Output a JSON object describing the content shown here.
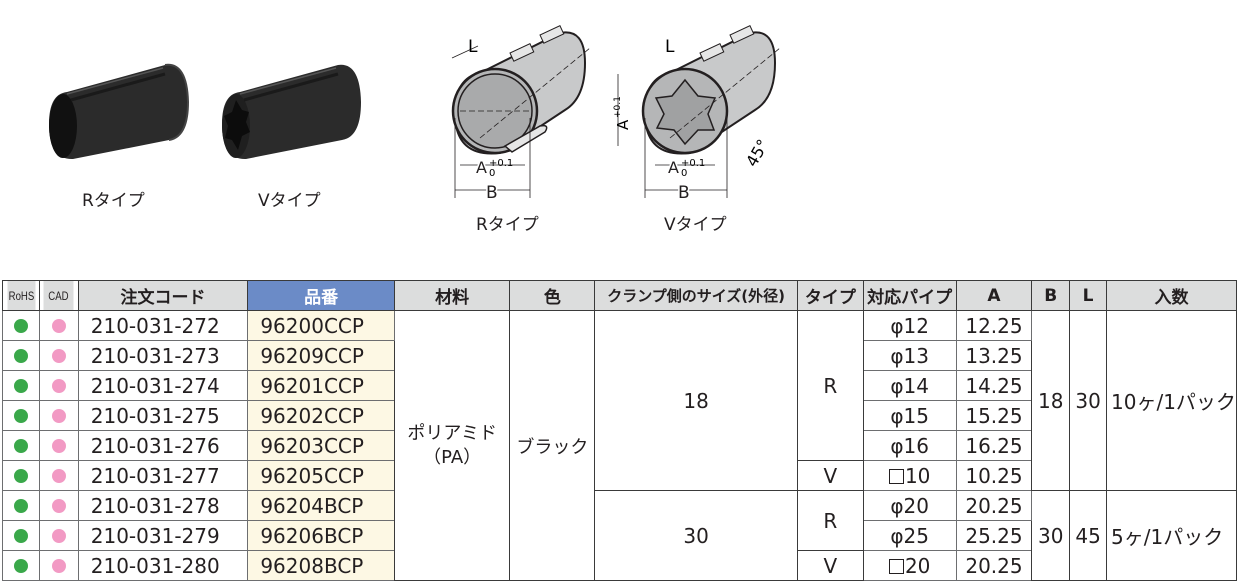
{
  "figures": {
    "photo_r_caption": "Rタイプ",
    "photo_v_caption": "Vタイプ",
    "drawing_r_caption": "Rタイプ",
    "drawing_v_caption": "Vタイプ",
    "dim_labels": {
      "L": "L",
      "A": "A",
      "A_tol_upper": "+0.1",
      "A_tol_lower": "0",
      "B": "B",
      "angle": "45°"
    }
  },
  "table": {
    "headers": {
      "rohs": "RoHS",
      "cad": "CAD",
      "order_code": "注文コード",
      "part_no": "品番",
      "material": "材料",
      "color": "色",
      "clamp_size": "クランプ側のサイズ(外径)",
      "type": "タイプ",
      "pipe": "対応パイプ",
      "A": "A",
      "B": "B",
      "L": "L",
      "qty": "入数"
    },
    "colors": {
      "rohs_dot": "#3aa84a",
      "cad_dot": "#f29ac4",
      "part_no_header": "#6b8bc7",
      "part_no_cell": "#fdf8e4",
      "header_bg": "#dcdddd"
    },
    "rows": [
      {
        "order_code": "210-031-272",
        "part_no": "96200CCP",
        "pipe_shape": "φ",
        "pipe": "12",
        "A": "12.25"
      },
      {
        "order_code": "210-031-273",
        "part_no": "96209CCP",
        "pipe_shape": "φ",
        "pipe": "13",
        "A": "13.25"
      },
      {
        "order_code": "210-031-274",
        "part_no": "96201CCP",
        "pipe_shape": "φ",
        "pipe": "14",
        "A": "14.25"
      },
      {
        "order_code": "210-031-275",
        "part_no": "96202CCP",
        "pipe_shape": "φ",
        "pipe": "15",
        "A": "15.25"
      },
      {
        "order_code": "210-031-276",
        "part_no": "96203CCP",
        "pipe_shape": "φ",
        "pipe": "16",
        "A": "16.25"
      },
      {
        "order_code": "210-031-277",
        "part_no": "96205CCP",
        "pipe_shape": "□",
        "pipe": "10",
        "A": "10.25"
      },
      {
        "order_code": "210-031-278",
        "part_no": "96204BCP",
        "pipe_shape": "φ",
        "pipe": "20",
        "A": "20.25"
      },
      {
        "order_code": "210-031-279",
        "part_no": "96206BCP",
        "pipe_shape": "φ",
        "pipe": "25",
        "A": "25.25"
      },
      {
        "order_code": "210-031-280",
        "part_no": "96208BCP",
        "pipe_shape": "□",
        "pipe": "20",
        "A": "20.25"
      }
    ],
    "material_line1": "ポリアミド",
    "material_line2": "（PA）",
    "color_value": "ブラック",
    "groups": [
      {
        "clamp_size": "18",
        "type_r": "R",
        "type_v": "V",
        "B": "18",
        "L": "30",
        "qty": "10ヶ/1パック"
      },
      {
        "clamp_size": "30",
        "type_r": "R",
        "type_v": "V",
        "B": "30",
        "L": "45",
        "qty": "5ヶ/1パック"
      }
    ]
  }
}
